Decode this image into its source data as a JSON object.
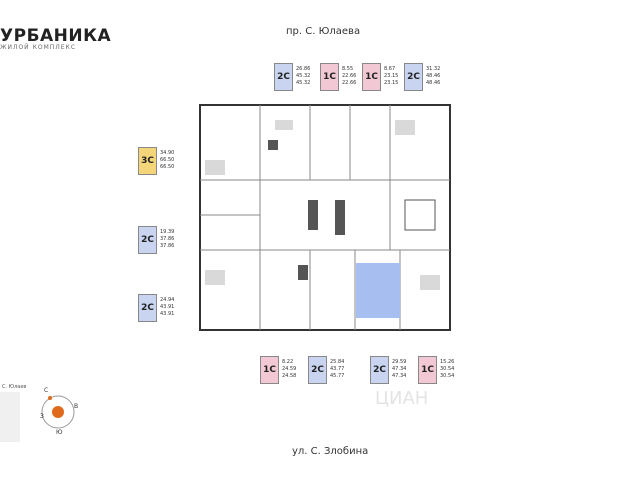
{
  "logo": {
    "name": "УРБАНИКА",
    "subtitle": "ЖИЛОЙ КОМПЛЕКС"
  },
  "streets": {
    "top": "пр. С. Юлаева",
    "bottom": "ул. С. Злобина",
    "side": "С. Юлаев"
  },
  "compass": {
    "s": "С",
    "yu": "Ю",
    "z": "З",
    "v": "В"
  },
  "colors": {
    "two_room": "#c8d4f0",
    "one_room": "#f1c8d3",
    "three_room": "#f4d57a",
    "highlight": "#a7bff0"
  },
  "badges_top": [
    {
      "type": "2С",
      "cls": "c2",
      "v1": "26.86",
      "v2": "45.32",
      "v3": "45.32"
    },
    {
      "type": "1С",
      "cls": "c1",
      "v1": "8.55",
      "v2": "22.66",
      "v3": "22.66"
    },
    {
      "type": "1С",
      "cls": "c1",
      "v1": "8.67",
      "v2": "23.15",
      "v3": "23.15"
    },
    {
      "type": "2С",
      "cls": "c2",
      "v1": "31.32",
      "v2": "48.46",
      "v3": "48.46"
    }
  ],
  "badges_left": [
    {
      "type": "3С",
      "cls": "c3",
      "v1": "34.90",
      "v2": "66.50",
      "v3": "66.50"
    },
    {
      "type": "2С",
      "cls": "c2",
      "v1": "19.39",
      "v2": "37.86",
      "v3": "37.86"
    },
    {
      "type": "2С",
      "cls": "c2",
      "v1": "24.94",
      "v2": "43.91",
      "v3": "43.91"
    }
  ],
  "badges_bottom": [
    {
      "type": "1С",
      "cls": "c1",
      "v1": "8.22",
      "v2": "24.59",
      "v3": "24.58"
    },
    {
      "type": "2С",
      "cls": "c2",
      "v1": "25.84",
      "v2": "43.77",
      "v3": "45.77"
    },
    {
      "type": "2С",
      "cls": "c2",
      "v1": "29.59",
      "v2": "47.34",
      "v3": "47.34"
    },
    {
      "type": "1С",
      "cls": "c1",
      "v1": "15.26",
      "v2": "30.54",
      "v3": "30.54"
    }
  ],
  "watermark": "ЦИАН"
}
